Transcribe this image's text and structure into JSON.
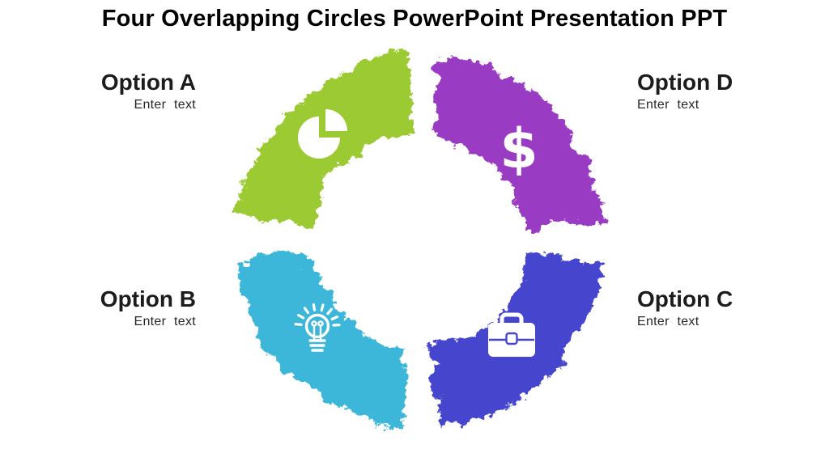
{
  "title": "Four Overlapping Circles PowerPoint Presentation PPT",
  "title_color": "#000000",
  "background": "#ffffff",
  "options": [
    {
      "key": "A",
      "label": "Option A",
      "placeholder": "Enter text",
      "color": "#9bca31",
      "icon": "pie-chart-icon"
    },
    {
      "key": "B",
      "label": "Option B",
      "placeholder": "Enter text",
      "color": "#3cb7d9",
      "icon": "lightbulb-icon"
    },
    {
      "key": "C",
      "label": "Option C",
      "placeholder": "Enter text",
      "color": "#4545cd",
      "icon": "briefcase-icon"
    },
    {
      "key": "D",
      "label": "Option D",
      "placeholder": "Enter text",
      "color": "#9a3bc4",
      "icon": "dollar-sign-icon"
    }
  ],
  "icons": {
    "dollar_glyph": "$",
    "icon_color": "#ffffff"
  }
}
